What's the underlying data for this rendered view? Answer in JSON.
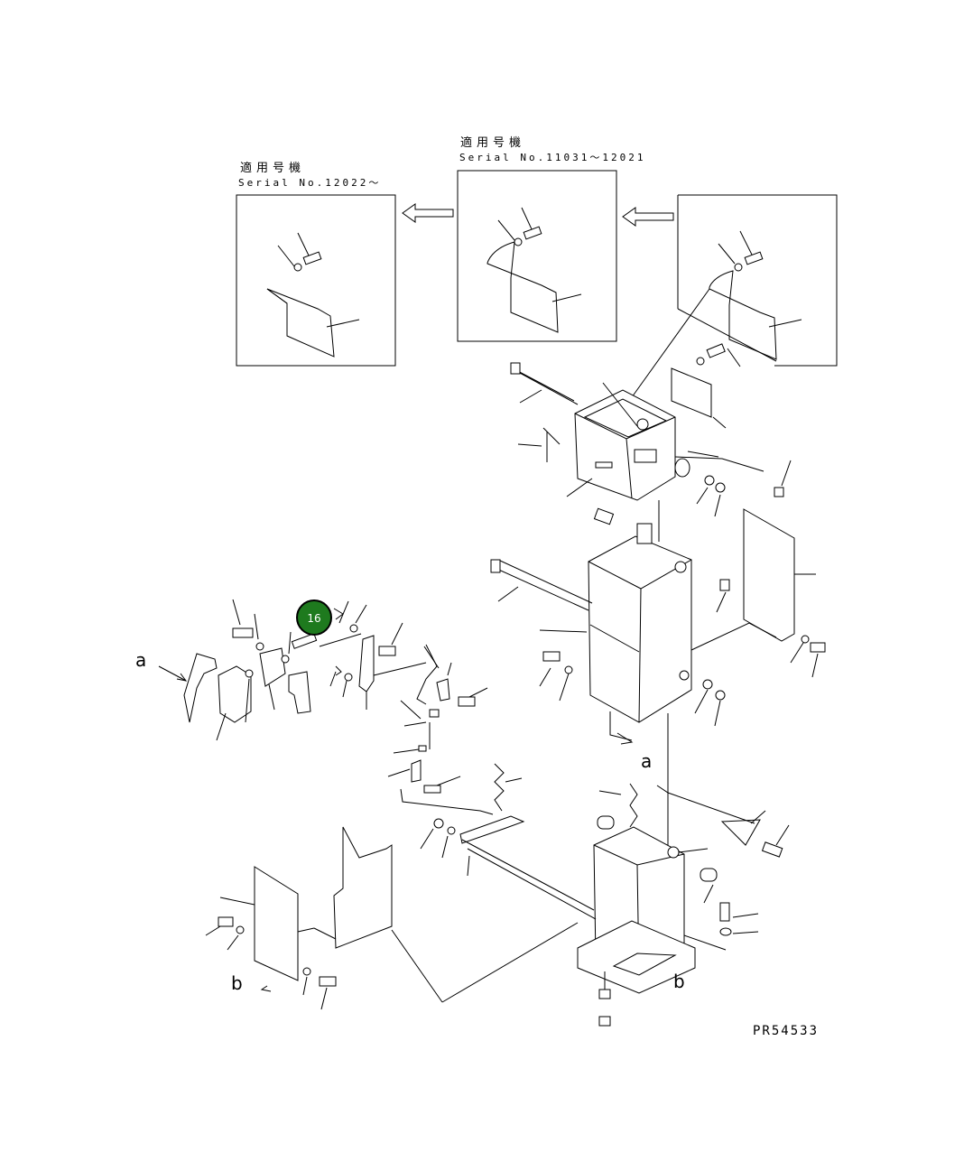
{
  "colors": {
    "line": "#000000",
    "badge_fill": "#1e7a1e",
    "badge_ring": "#000000",
    "badge_text": "#ffffff"
  },
  "inset_left": {
    "title": "適用号機",
    "serial": "Serial No.12022～"
  },
  "inset_middle": {
    "title": "適用号機",
    "serial": "Serial No.11031～12021"
  },
  "callout_badge": {
    "number": "16"
  },
  "view_markers": {
    "a_left": "a",
    "a_right": "a",
    "b_left": "b",
    "b_right": "b"
  },
  "drawing_code": "PR54533"
}
